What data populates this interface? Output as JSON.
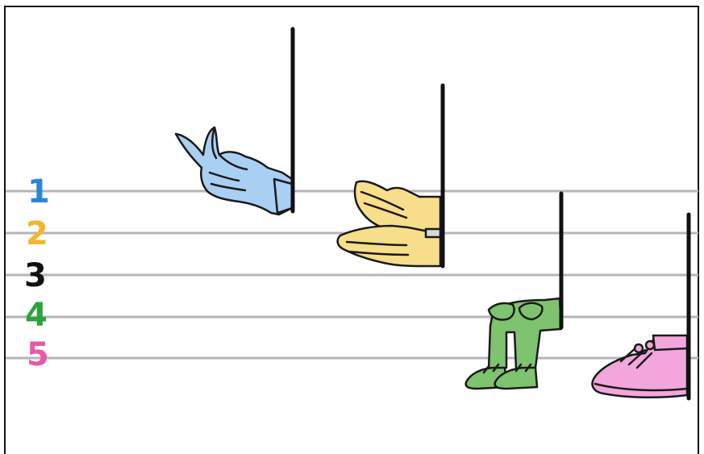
{
  "staff": {
    "lines": [
      {
        "number": "1",
        "color": "#2a86d8"
      },
      {
        "number": "2",
        "color": "#f2b630"
      },
      {
        "number": "3",
        "color": "#111111"
      },
      {
        "number": "4",
        "color": "#2aa43a"
      },
      {
        "number": "5",
        "color": "#e75aa8"
      }
    ],
    "line_color": "#b5b5b5"
  },
  "notes": [
    {
      "name": "snap",
      "icon": "finger-snap-icon",
      "color": "#a9cff3",
      "line": "1"
    },
    {
      "name": "clap",
      "icon": "clapping-hands-icon",
      "color": "#f7de8a",
      "line": "2"
    },
    {
      "name": "pat",
      "icon": "lap-pat-legs-icon",
      "color": "#7ec36e",
      "line": "4"
    },
    {
      "name": "stomp",
      "icon": "stomp-shoe-icon",
      "color": "#f2a6dc",
      "line": "5"
    }
  ]
}
